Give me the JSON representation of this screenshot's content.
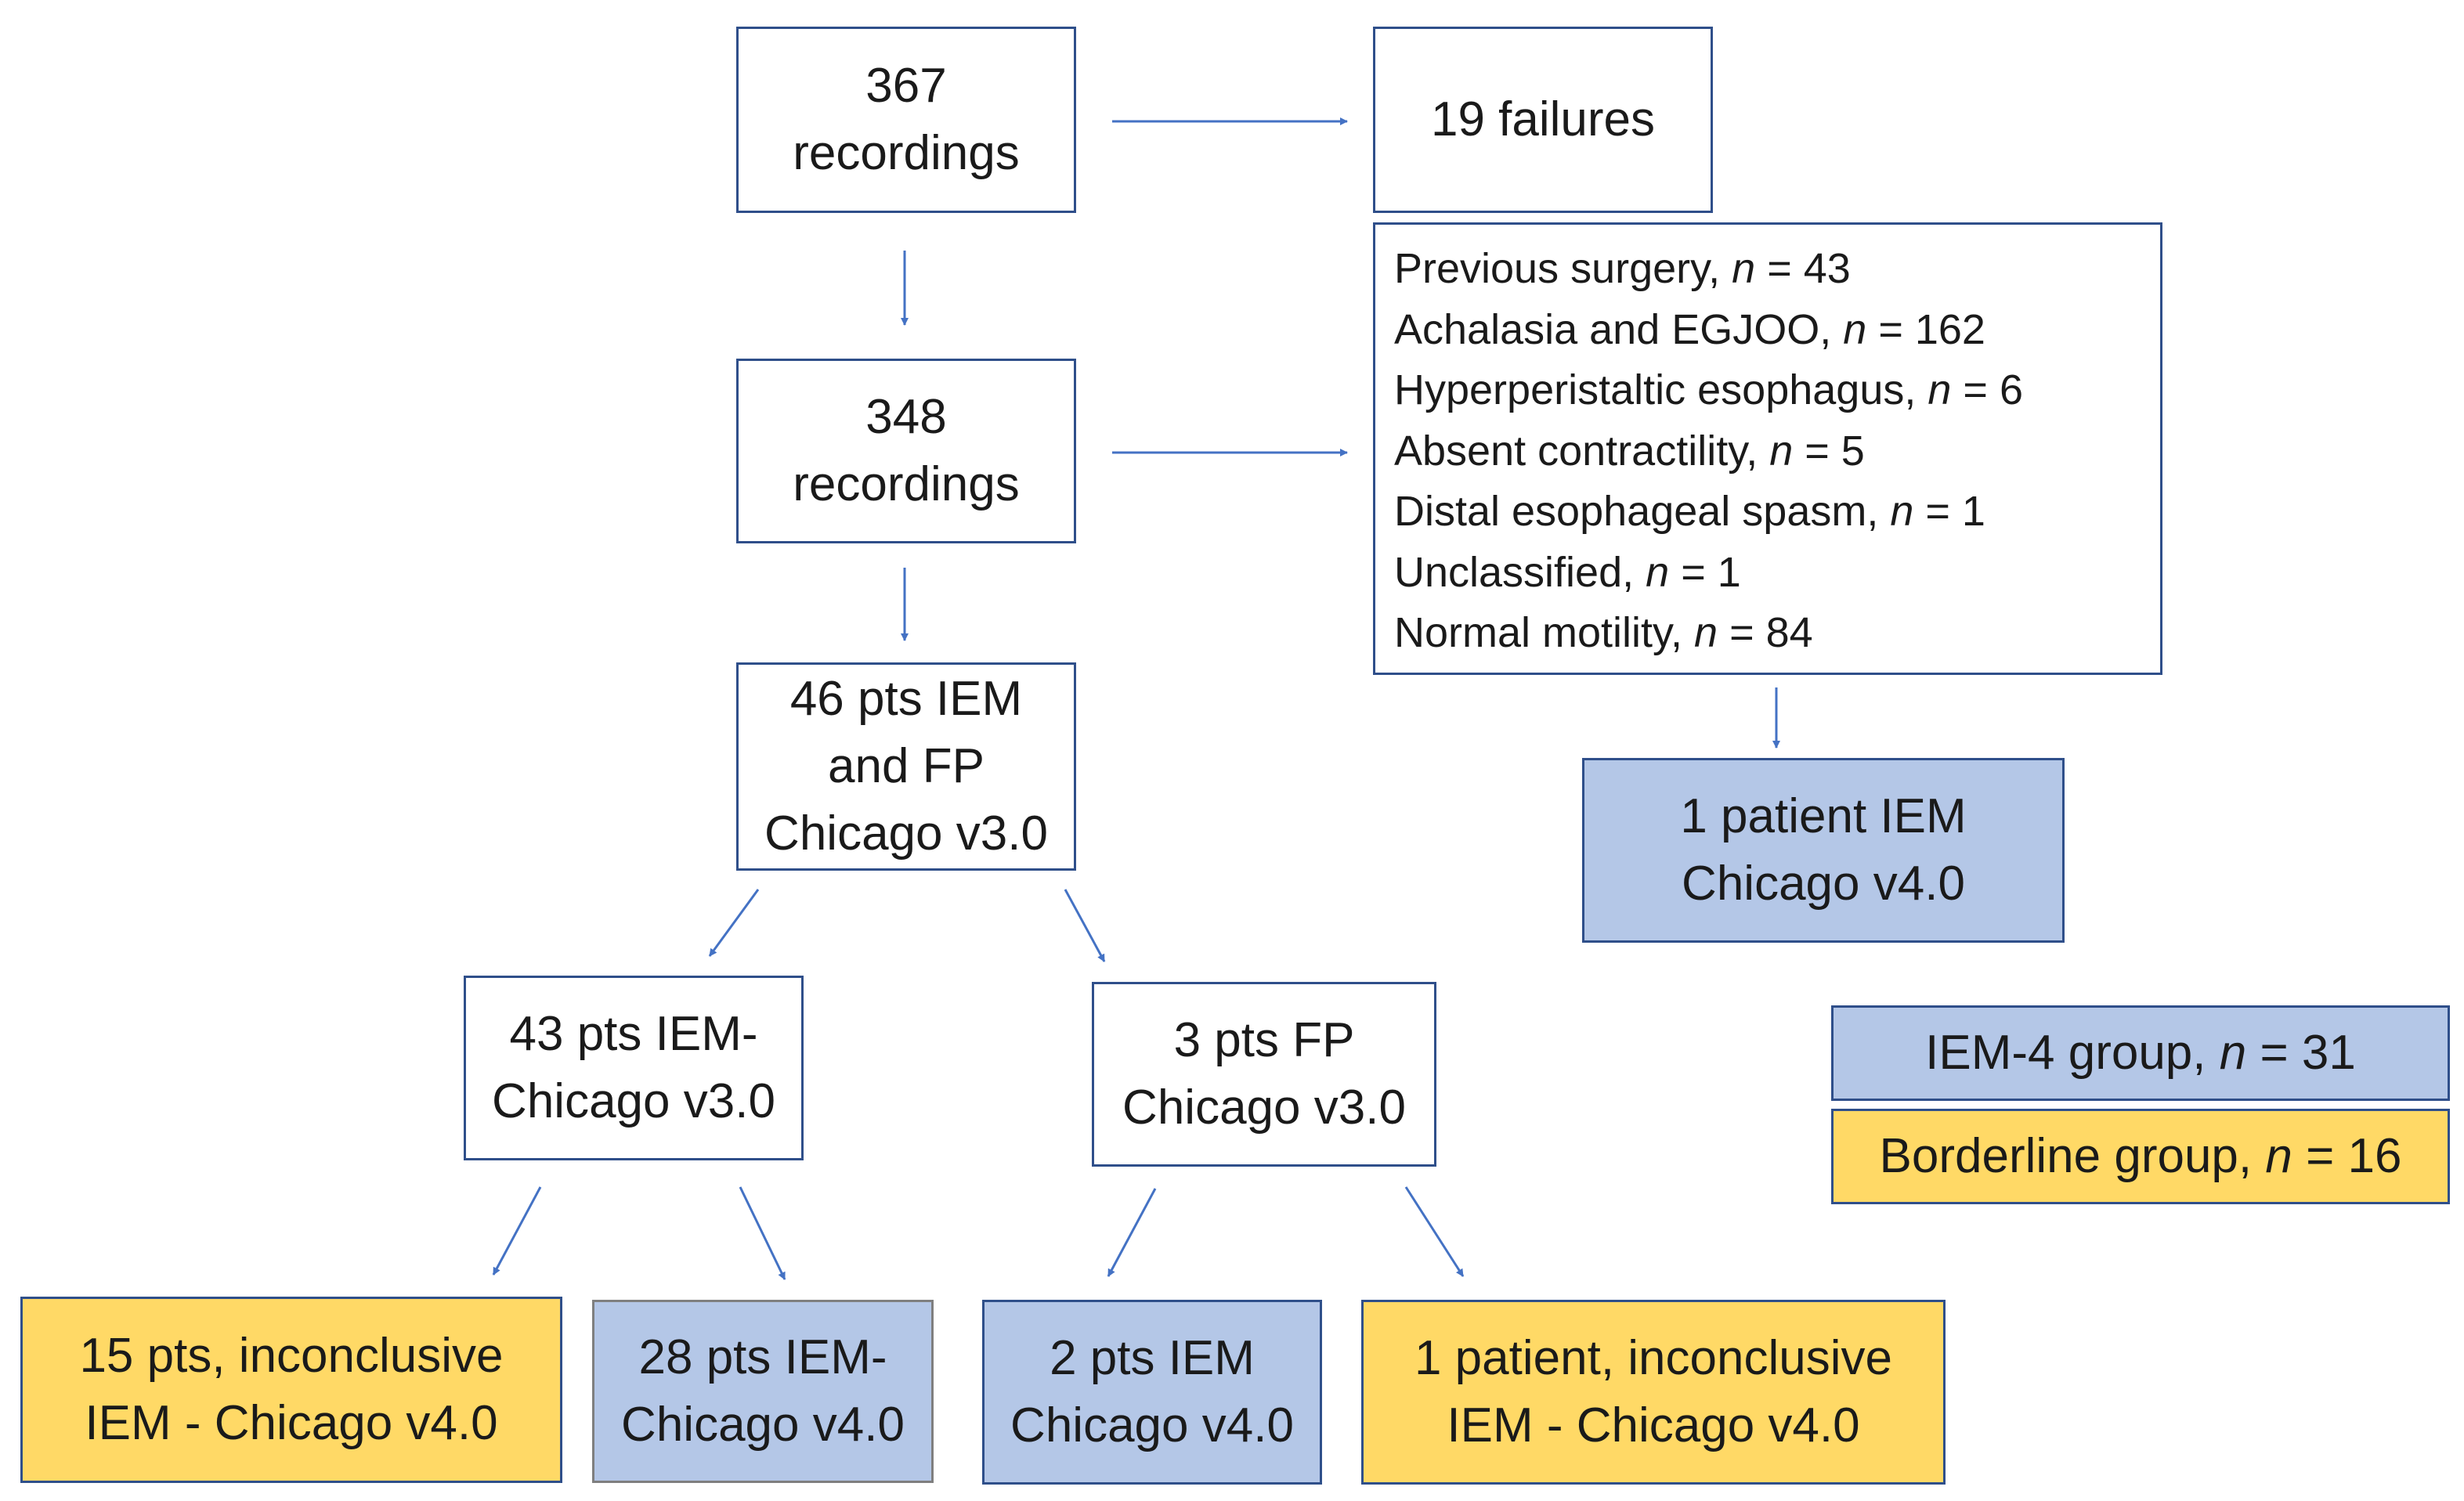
{
  "boxes": {
    "recordings_367": [
      "367",
      "recordings"
    ],
    "failures": [
      "19 failures"
    ],
    "recordings_348": [
      "348",
      "recordings"
    ],
    "pts46": [
      "46 pts IEM",
      "and FP",
      "Chicago v3.0"
    ],
    "exclusions": [
      {
        "label": "Previous surgery, ",
        "n": "n",
        "value": " = 43"
      },
      {
        "label": "Achalasia and EGJOO, ",
        "n": "n",
        "value": " = 162"
      },
      {
        "label": "Hyperperistaltic esophagus, ",
        "n": "n",
        "value": " = 6"
      },
      {
        "label": "Absent contractility, ",
        "n": "n",
        "value": " = 5"
      },
      {
        "label": "Distal esophageal spasm, ",
        "n": "n",
        "value": " = 1"
      },
      {
        "label": "Unclassified, ",
        "n": "n",
        "value": " = 1"
      },
      {
        "label": "Normal motility, ",
        "n": "n",
        "value": " = 84"
      }
    ],
    "patient1_iem": [
      "1 patient IEM",
      "Chicago v4.0"
    ],
    "pts43": [
      "43 pts IEM-",
      "Chicago v3.0"
    ],
    "pts3": [
      "3 pts FP",
      "Chicago v3.0"
    ],
    "pts15": [
      "15 pts, inconclusive",
      "IEM - Chicago v4.0"
    ],
    "pts28": [
      "28 pts IEM-",
      "Chicago v4.0"
    ],
    "pts2": [
      "2 pts IEM",
      "Chicago v4.0"
    ],
    "patient1_inconclusive": [
      "1 patient, inconclusive",
      "IEM - Chicago v4.0"
    ]
  },
  "legend": {
    "iem4": {
      "label": "IEM-4 group, ",
      "n": "n",
      "value": " = 31"
    },
    "borderline": {
      "label": "Borderline group, ",
      "n": "n",
      "value": " = 16"
    }
  },
  "colors": {
    "box_border": "#2f4f8a",
    "arrow": "#4472c4",
    "blue_fill": "#b4c7e7",
    "yellow_fill": "#ffd966"
  }
}
